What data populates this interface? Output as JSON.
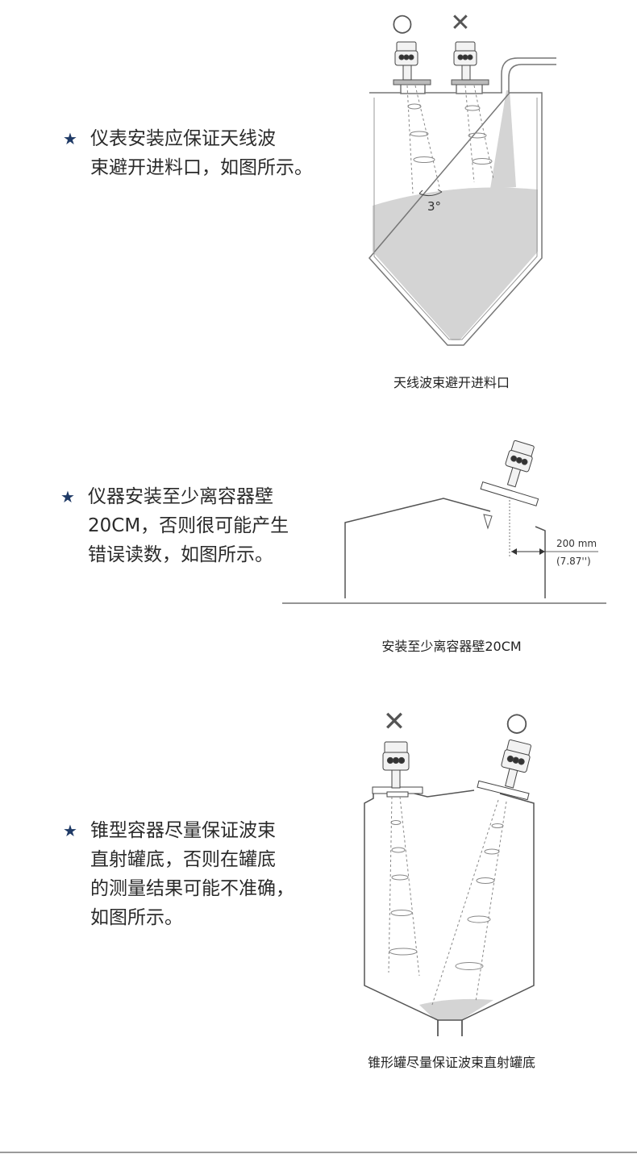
{
  "sections": [
    {
      "star": "★",
      "text": "仪表安装应保证天线波\n束避开进料口，如图所示。",
      "caption": "天线波束避开进料口",
      "marks": [
        "○",
        "✕"
      ],
      "angle_label": "3°"
    },
    {
      "star": "★",
      "text": "仪器安装至少离容器壁\n20CM，否则很可能产生\n错误读数，如图所示。",
      "caption": "安装至少离容器壁20CM",
      "dim_mm": "200 mm",
      "dim_in": "(7.87'')"
    },
    {
      "star": "★",
      "text": "锥型容器尽量保证波束\n直射罐底，否则在罐底\n的测量结果可能不准确，\n如图所示。",
      "caption": "锥形罐尽量保证波束直射罐底",
      "marks": [
        "✕",
        "○"
      ]
    }
  ],
  "colors": {
    "star": "#1f3a66",
    "material": "#d4d4d4",
    "line": "#666666"
  }
}
